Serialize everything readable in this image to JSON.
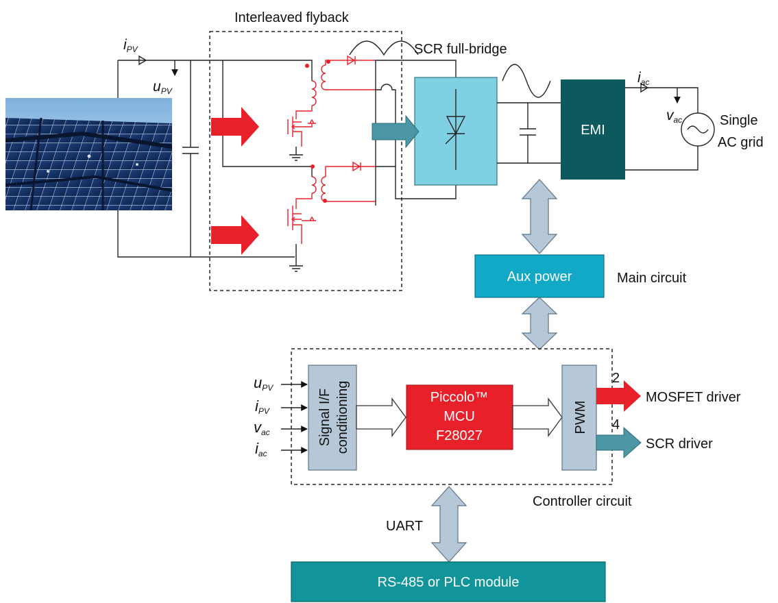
{
  "labels": {
    "interleaved_flyback": "Interleaved flyback",
    "scr_full_bridge": "SCR full-bridge",
    "emi": "EMI",
    "single_ac_grid_1": "Single",
    "single_ac_grid_2": "AC grid",
    "aux_power": "Aux power",
    "main_circuit": "Main circuit",
    "signal_if_1": "Signal I/F",
    "signal_if_2": "conditioning",
    "mcu_1": "Piccolo™",
    "mcu_2": "MCU",
    "mcu_3": "F28027",
    "pwm": "PWM",
    "mosfet_count": "2",
    "mosfet_driver": "MOSFET driver",
    "scr_count": "4",
    "scr_driver": "SCR driver",
    "controller_circuit": "Controller circuit",
    "uart": "UART",
    "rs485": "RS-485 or PLC module"
  },
  "signals": {
    "i_pv": {
      "base": "i",
      "sub": "PV"
    },
    "u_pv": {
      "base": "u",
      "sub": "PV"
    },
    "i_ac": {
      "base": "i",
      "sub": "ac"
    },
    "v_ac": {
      "base": "v",
      "sub": "ac"
    },
    "in_u_pv": {
      "base": "u",
      "sub": "PV"
    },
    "in_i_pv": {
      "base": "i",
      "sub": "PV"
    },
    "in_v_ac": {
      "base": "v",
      "sub": "ac"
    },
    "in_i_ac": {
      "base": "i",
      "sub": "ac"
    }
  },
  "colors": {
    "red": "#e8202a",
    "light_blue": "#7fd0e3",
    "cyan_block": "#12a9c7",
    "dark_teal": "#0c5a5e",
    "teal_module": "#12959a",
    "steel_blue": "#4c97a6",
    "lavender": "#b6c8d8"
  }
}
